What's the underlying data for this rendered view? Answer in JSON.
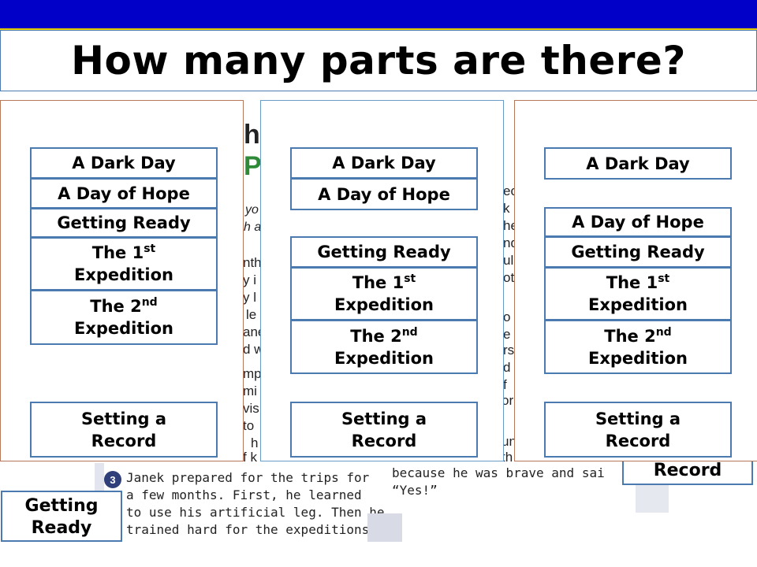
{
  "title": "How many parts are there?",
  "background_page": {
    "fragments": [
      "he",
      "Po",
      "yo",
      "h a",
      "nth",
      "y i",
      "y l",
      "le",
      "ane",
      "d w",
      "mp",
      "mi",
      "vis",
      "to",
      "h",
      "f k",
      "ec",
      "k",
      "he",
      "nd",
      "ul",
      "ot",
      "o",
      "e",
      "rs",
      "d",
      "f",
      "or",
      "un",
      "th"
    ],
    "paragraph_number": "3",
    "paragraph_lines": [
      "Janek prepared for the trips for",
      "a few months. First, he learned",
      "to use his artificial leg. Then he",
      "trained hard for the expeditions."
    ],
    "right_lines": [
      "because he was brave and sai",
      "“Yes!”"
    ]
  },
  "loose_labels": {
    "getting_ready_line1": "Getting",
    "getting_ready_line2": "Ready",
    "record": "Record"
  },
  "panels": [
    {
      "cards": {
        "dark_day": "A Dark Day",
        "day_of_hope": "A Day of Hope",
        "getting_ready": "Getting Ready",
        "first_a": "The 1",
        "first_sup": "st",
        "first_b": "Expedition",
        "second_a": "The 2",
        "second_sup": "nd",
        "second_b": "Expedition",
        "record_a": "Setting a",
        "record_b": "Record"
      }
    },
    {
      "cards": {
        "dark_day": "A Dark Day",
        "day_of_hope": "A Day of Hope",
        "getting_ready": "Getting Ready",
        "first_a": "The 1",
        "first_sup": "st",
        "first_b": "Expedition",
        "second_a": "The 2",
        "second_sup": "nd",
        "second_b": "Expedition",
        "record_a": "Setting a",
        "record_b": "Record"
      }
    },
    {
      "cards": {
        "dark_day": "A Dark Day",
        "day_of_hope": "A Day of Hope",
        "getting_ready": "Getting Ready",
        "first_a": "The 1",
        "first_sup": "st",
        "first_b": "Expedition",
        "second_a": "The 2",
        "second_sup": "nd",
        "second_b": "Expedition",
        "record_a": "Setting a",
        "record_b": "Record"
      }
    }
  ],
  "colors": {
    "top_bar": "#0000c8",
    "card_border": "#4a7ab0",
    "accent_green": "#2e8a36"
  }
}
